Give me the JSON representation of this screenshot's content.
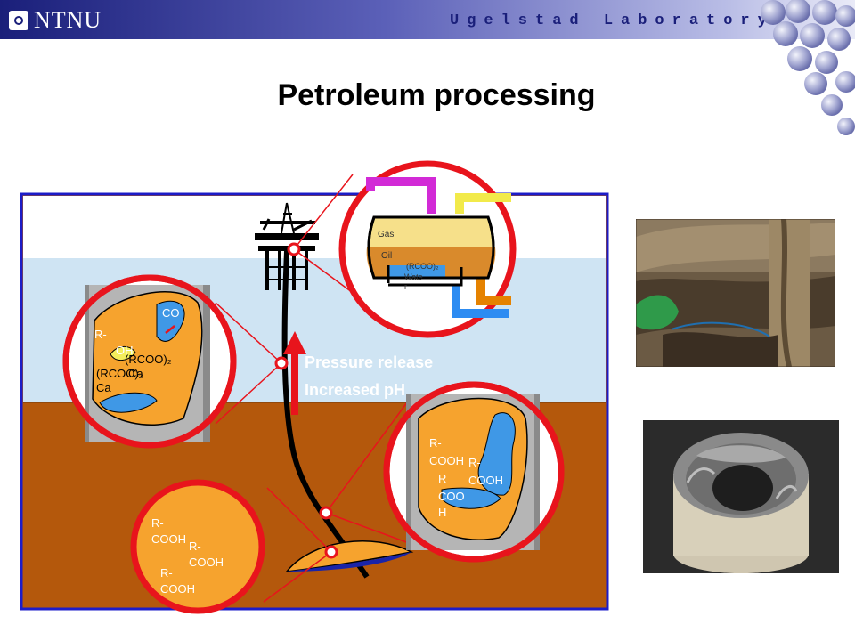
{
  "header": {
    "logo_text": "NTNU",
    "lab_name": "Ugelstad Laboratory"
  },
  "title": "Petroleum processing",
  "labels": {
    "pressure_release": "Pressure release",
    "increased_ph": "Increased pH"
  },
  "separator": {
    "gas": "Gas",
    "oil": "Oil",
    "rcoo2": "(RCOO)₂",
    "water_a": "Wate",
    "water_b": "r"
  },
  "left_zoom": {
    "co_a": "CO",
    "r_a": "R-",
    "oh": "OH",
    "rcoo2_a": "(RCOO)₂",
    "rcoo2_b": "(RCOO)₂",
    "ca_a": "Ca",
    "ca_b": "Ca"
  },
  "right_zoom": {
    "r1": "R-",
    "cooh1": "COOH",
    "r2": "R-",
    "cooh2": "COOH",
    "r3": "R",
    "coo3": "COO",
    "h3": "H"
  },
  "bottom_zoom": {
    "r1": "R-",
    "cooh1": "COOH",
    "r2": "R-",
    "cooh2": "COOH",
    "r3": "R-",
    "cooh3": "COOH"
  },
  "colors": {
    "header_dark": "#1a1f7a",
    "sky": "#ffffff",
    "sea": "#cfe4f3",
    "ground": "#b4580c",
    "oil": "#f6a32e",
    "water": "#3f98e6",
    "frame": "#1c1cc8",
    "zoom_ring": "#e8141c"
  }
}
